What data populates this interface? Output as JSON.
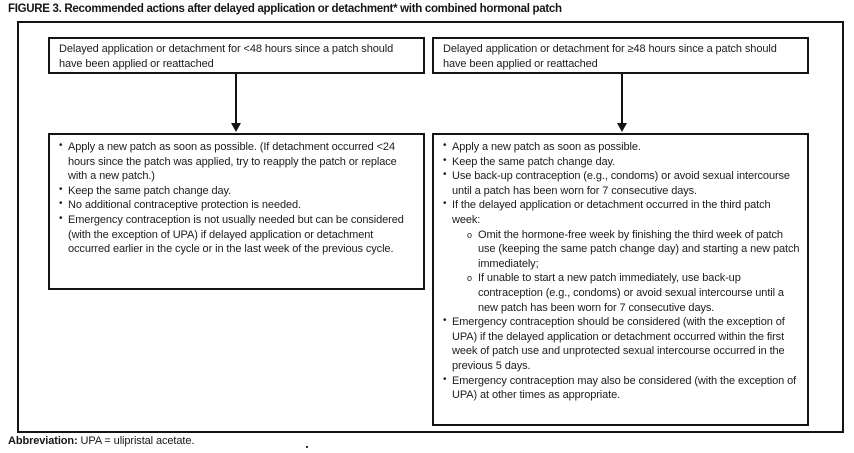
{
  "figure": {
    "title": "FIGURE 3. Recommended actions after delayed application or detachment* with combined hormonal patch"
  },
  "flowchart": {
    "left_branch": {
      "condition": "Delayed application or detachment for <48 hours since a patch should have been applied or reattached",
      "actions": [
        {
          "text": "Apply a new patch as soon as possible. (If detachment occurred <24 hours since the patch was applied, try to reapply the patch or replace with a new patch.)"
        },
        {
          "text": "Keep the same patch change day."
        },
        {
          "text": "No additional contraceptive protection is needed."
        },
        {
          "text": "Emergency contraception is not usually needed but can be considered (with the exception of UPA) if delayed application or detachment occurred earlier in the cycle or in the last week of the previous cycle."
        }
      ]
    },
    "right_branch": {
      "condition": "Delayed application or detachment for ≥48 hours since a patch should have been applied or reattached",
      "actions": [
        {
          "text": "Apply a new patch as soon as possible."
        },
        {
          "text": "Keep the same patch change day."
        },
        {
          "text": "Use back-up contraception (e.g., condoms) or avoid sexual intercourse until a patch has been worn for 7 consecutive days."
        },
        {
          "text": "If the delayed application or detachment occurred in the third patch week:",
          "sub": [
            "Omit the hormone-free week by finishing the third week of patch use (keeping the same patch change day) and starting a new patch immediately;",
            "If unable to start a new patch immediately, use back-up contraception (e.g., condoms) or avoid sexual intercourse until a new patch has been worn for 7 consecutive days."
          ]
        },
        {
          "text": "Emergency contraception should be considered (with the exception of UPA) if the delayed application or detachment occurred within the first week of patch use and unprotected sexual intercourse occurred in the previous 5 days."
        },
        {
          "text": "Emergency contraception may also be considered (with the exception of UPA) at other times as appropriate."
        }
      ]
    }
  },
  "footer": {
    "abbreviation_label": "Abbreviation:",
    "abbreviation_text": " UPA = ulipristal acetate."
  }
}
